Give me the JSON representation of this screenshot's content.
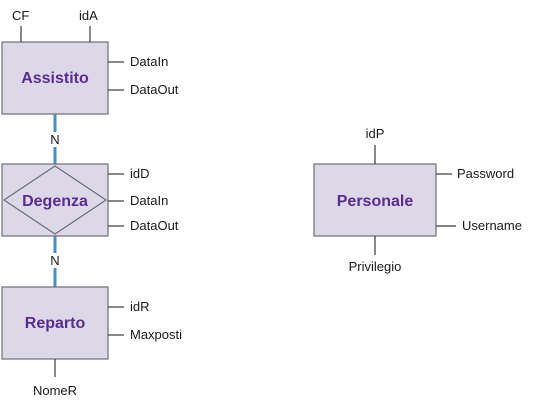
{
  "entities": {
    "assistito": {
      "name": "Assistito",
      "attributes": {
        "cf": "CF",
        "ida": "idA",
        "datain": "DataIn",
        "dataout": "DataOut"
      }
    },
    "degenza": {
      "name": "Degenza",
      "attributes": {
        "idd": "idD",
        "datain": "DataIn",
        "dataout": "DataOut"
      }
    },
    "reparto": {
      "name": "Reparto",
      "attributes": {
        "idr": "idR",
        "maxposti": "Maxposti",
        "nomer": "NomeR"
      }
    },
    "personale": {
      "name": "Personale",
      "attributes": {
        "idp": "idP",
        "password": "Password",
        "username": "Username",
        "privilegio": "Privilegio"
      }
    }
  },
  "relationships": {
    "assistito_degenza": {
      "cardinality": "N"
    },
    "degenza_reparto": {
      "cardinality": "N"
    }
  },
  "colors": {
    "entity_fill": "#dcd8e8",
    "entity_border": "#6e6e78",
    "entity_text": "#5b2c8f",
    "relationship_line": "#4a8fc4"
  }
}
